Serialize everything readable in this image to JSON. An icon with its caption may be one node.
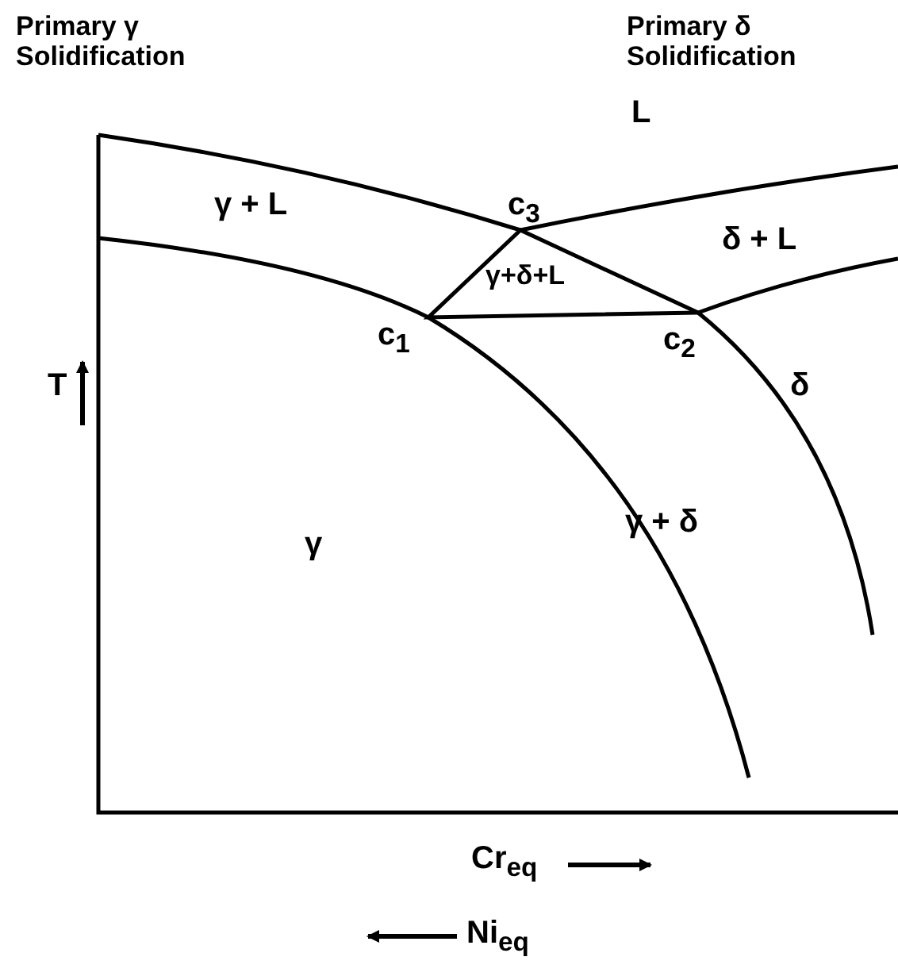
{
  "diagram": {
    "labels": [
      "Primary γ Solidification",
      "Primary δ Solidification",
      "L",
      "γ + L",
      "c$_{3}$",
      "δ + L",
      "γ+δ+L",
      "c$_{1}$",
      "c$_{2}$",
      "T",
      "δ",
      "γ",
      "γ + δ",
      "Cr$_{eq}$",
      "Ni$_{eq}$"
    ]
  }
}
